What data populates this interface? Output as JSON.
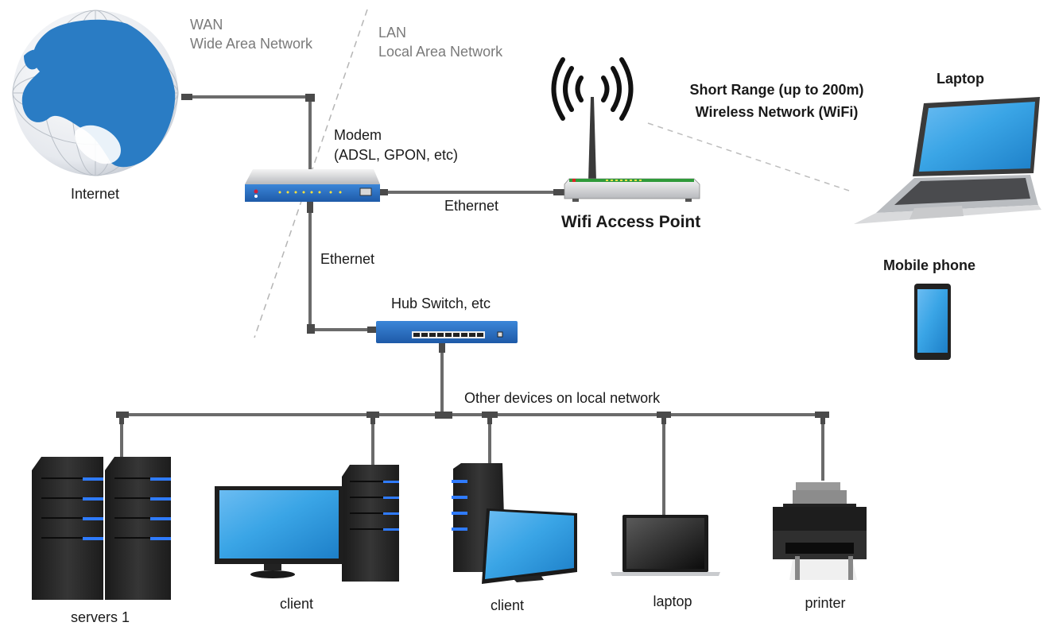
{
  "zones": {
    "wan": {
      "title": "WAN",
      "subtitle": "Wide Area Network"
    },
    "lan": {
      "title": "LAN",
      "subtitle": "Local Area Network"
    }
  },
  "nodes": {
    "internet": {
      "label": "Internet",
      "icon": "globe-icon"
    },
    "modem": {
      "label_line1": "Modem",
      "label_line2": "(ADSL, GPON, etc)",
      "icon": "modem-icon"
    },
    "wifi_ap": {
      "label": "Wifi Access Point",
      "icon": "wifi-router-icon"
    },
    "wireless": {
      "label_line1": "Short Range (up to 200m)",
      "label_line2": "Wireless Network (WiFi)"
    },
    "wifi_laptop": {
      "label": "Laptop",
      "icon": "laptop-icon"
    },
    "mobile": {
      "label": "Mobile phone",
      "icon": "smartphone-icon"
    },
    "hub": {
      "label": "Hub Switch, etc",
      "icon": "switch-icon"
    },
    "local_network": {
      "label": "Other devices on local network"
    }
  },
  "links": {
    "modem_to_ap": "Ethernet",
    "modem_to_hub": "Ethernet"
  },
  "devices": [
    {
      "label": "servers 1",
      "icon": "server-icon"
    },
    {
      "label": "client",
      "icon": "desktop-icon"
    },
    {
      "label": "client",
      "icon": "desktop-icon"
    },
    {
      "label": "laptop",
      "icon": "laptop-icon"
    },
    {
      "label": "printer",
      "icon": "printer-icon"
    }
  ],
  "colors": {
    "cable": "#6b6b6b",
    "device_blue": "#2a6fc0",
    "screen_blue": "#2a9ee0",
    "globe_blue": "#2a7cc4",
    "dark": "#222222"
  }
}
